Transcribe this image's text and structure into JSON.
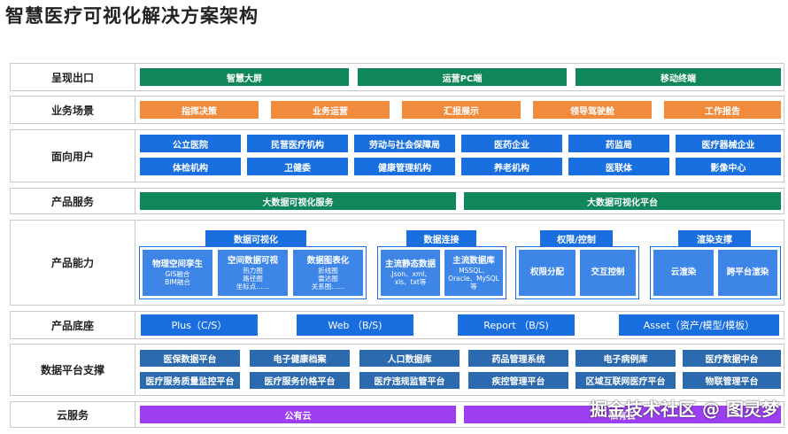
{
  "title": "智慧医疗可视化解决方案架构",
  "rows": {
    "output": {
      "label": "呈现出口",
      "items": [
        "智慧大屏",
        "运营PC端",
        "移动终端"
      ]
    },
    "scenes": {
      "label": "业务场景",
      "items": [
        "指挥决策",
        "业务运营",
        "汇报展示",
        "领导驾驶舱",
        "工作报告"
      ]
    },
    "users": {
      "label": "面向用户",
      "items": [
        "公立医院",
        "民营医疗机构",
        "劳动与社会保障局",
        "医药企业",
        "药监局",
        "医疗器械企业",
        "体检机构",
        "卫健委",
        "健康管理机构",
        "养老机构",
        "医联体",
        "影像中心"
      ]
    },
    "service": {
      "label": "产品服务",
      "items": [
        "大数据可视化服务",
        "大数据可视化平台"
      ]
    },
    "capability": {
      "label": "产品能力",
      "groups": [
        {
          "name": "数据可视化",
          "cells": [
            {
              "main": "物理空间孪生",
              "sub": [
                "GIS融合",
                "BIM融合"
              ]
            },
            {
              "main": "空间数据可视",
              "sub": [
                "热力图",
                "路径图",
                "坐标点……"
              ]
            },
            {
              "main": "数据图表化",
              "sub": [
                "折线图",
                "雷达图",
                "关系图……"
              ]
            }
          ]
        },
        {
          "name": "数据连接",
          "cells": [
            {
              "main": "主流静态数据",
              "sub": [
                ".Json、xml、",
                "xls、txt等"
              ]
            },
            {
              "main": "主流数据库",
              "sub": [
                "MSSQL、",
                "Oracle、MySQL",
                "等"
              ]
            }
          ]
        },
        {
          "name": "权限/控制",
          "cells": [
            {
              "main": "权限分配",
              "sub": []
            },
            {
              "main": "交互控制",
              "sub": []
            }
          ]
        },
        {
          "name": "渲染支撑",
          "cells": [
            {
              "main": "云渲染",
              "sub": []
            },
            {
              "main": "跨平台渲染",
              "sub": []
            }
          ]
        }
      ]
    },
    "base": {
      "label": "产品底座",
      "items": [
        "Plus（C/S）",
        "Web （B/S)",
        "Report （B/S)",
        "Asset（资产/模型/模板）"
      ]
    },
    "data_platform": {
      "label": "数据平台支撑",
      "items": [
        "医保数据平台",
        "电子健康档案",
        "人口数据库",
        "药品管理系统",
        "电子病例库",
        "医疗数据中台",
        "医疗服务质量监控平台",
        "医疗服务价格平台",
        "医疗违规监管平台",
        "疾控管理平台",
        "区域互联网医疗平台",
        "物联管理平台"
      ]
    },
    "cloud": {
      "label": "云服务",
      "items": [
        "公有云",
        "私有云"
      ]
    }
  },
  "watermark": "掘金技术社区 @ 图灵梦"
}
